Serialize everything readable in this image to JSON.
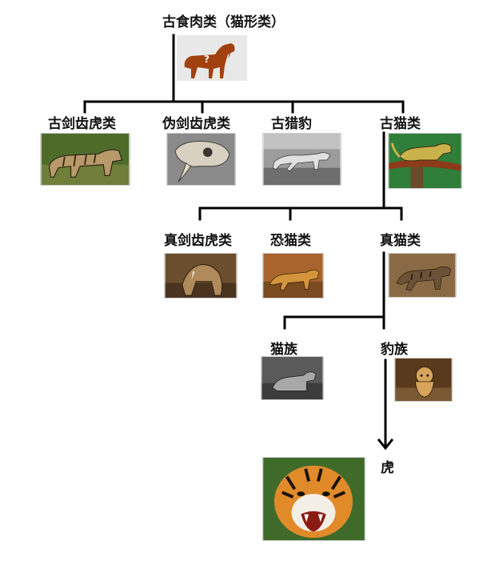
{
  "tree": {
    "root": {
      "label": "古食肉类（猫形类）",
      "mystery_mark": "?"
    },
    "level1": {
      "a": "古剑齿虎类",
      "b": "伪剑齿虎类",
      "c": "古猎豹",
      "d": "古猫类"
    },
    "level2": {
      "a": "真剑齿虎类",
      "b": "恐猫类",
      "c": "真猫类"
    },
    "level3": {
      "a": "猫族",
      "b": "豹族"
    },
    "leaf": "虎"
  },
  "colors": {
    "line": "#000000",
    "silhouette": "#a0410f",
    "icon_bg": "#e8e8e8"
  }
}
